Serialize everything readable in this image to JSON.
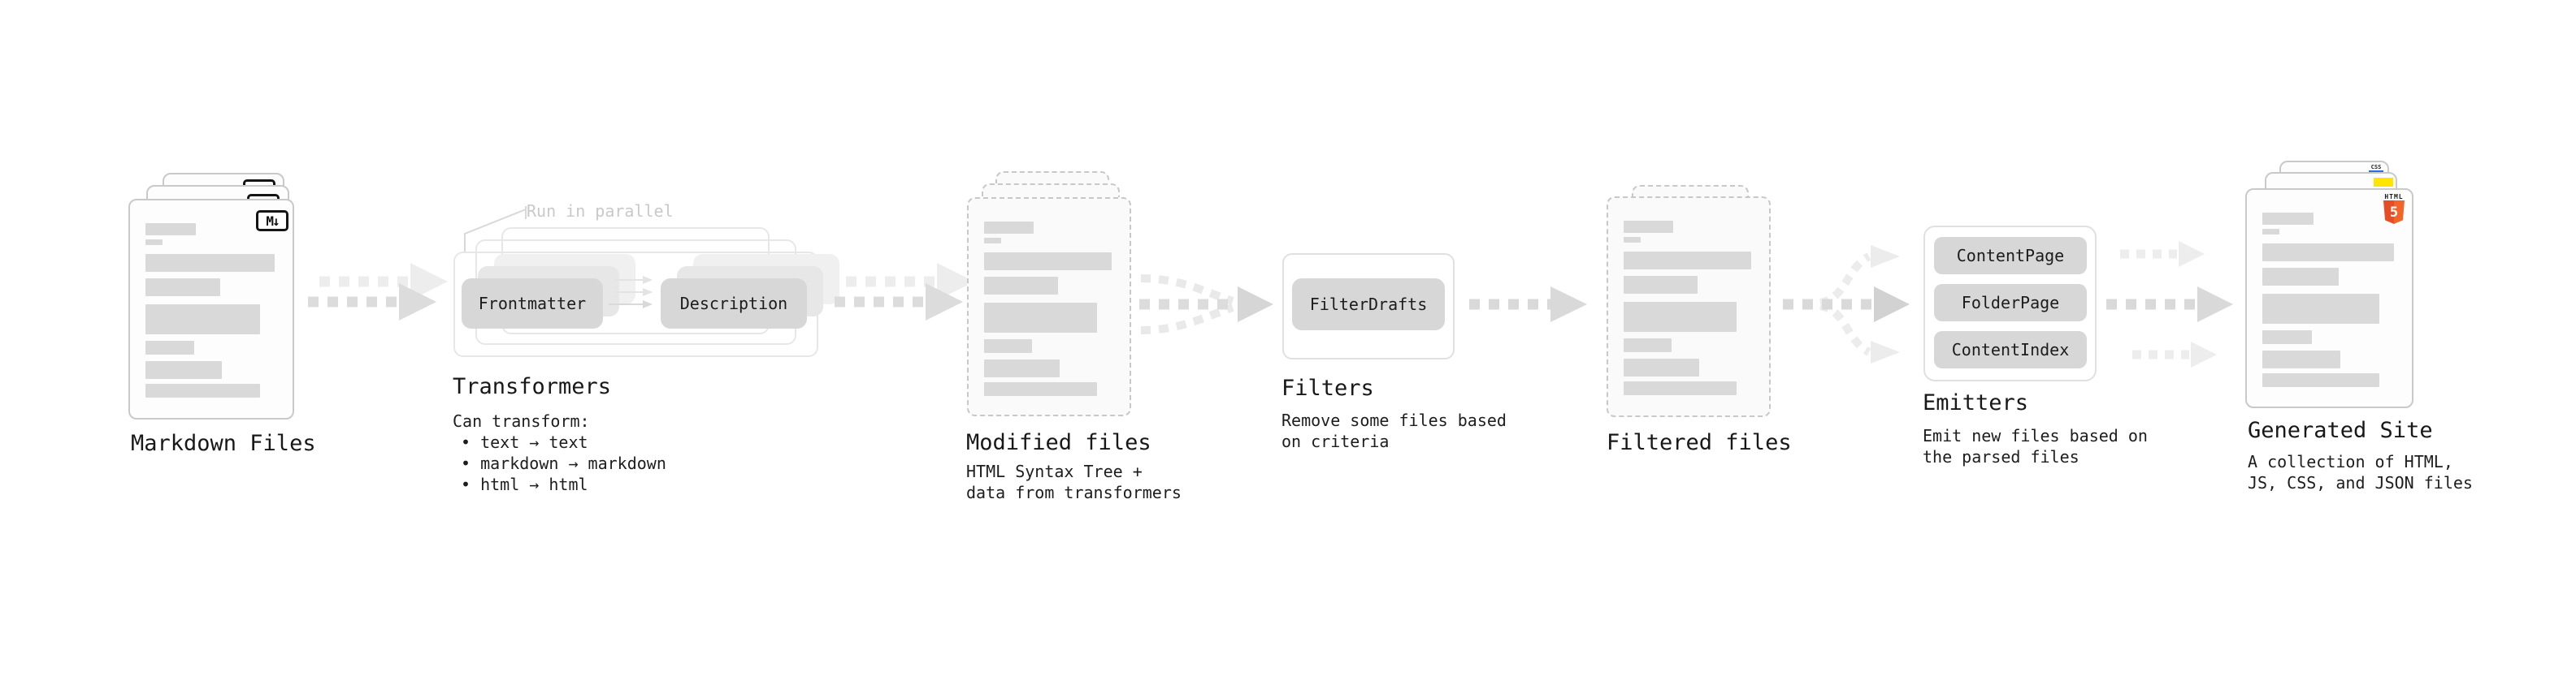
{
  "stages": {
    "markdown": {
      "label": "Markdown Files",
      "badge": "M↓"
    },
    "transformers": {
      "label": "Transformers",
      "note": "Run in parallel",
      "pill_frontmatter": "Frontmatter",
      "pill_description": "Description",
      "desc_title": "Can transform:",
      "bullets": [
        "text → text",
        "markdown → markdown",
        "html → html"
      ]
    },
    "modified": {
      "label": "Modified files",
      "desc": [
        "HTML Syntax Tree +",
        "data from transformers"
      ]
    },
    "filters": {
      "label": "Filters",
      "pill": "FilterDrafts",
      "desc": [
        "Remove some files based",
        "on criteria"
      ]
    },
    "filtered": {
      "label": "Filtered files"
    },
    "emitters": {
      "label": "Emitters",
      "pills": [
        "ContentPage",
        "FolderPage",
        "ContentIndex"
      ],
      "desc": [
        "Emit new files based on",
        "the parsed files"
      ]
    },
    "generated": {
      "label": "Generated Site",
      "desc": [
        "A collection of HTML,",
        "JS, CSS, and JSON files"
      ],
      "badges": {
        "css": "CSS",
        "html": "HTML",
        "html_number": "5"
      }
    }
  },
  "colors": {
    "html5_orange": "#e44d26",
    "js_yellow": "#ffe400",
    "css_blue": "#2f6be0",
    "bar_gray": "#d9d9d9"
  }
}
